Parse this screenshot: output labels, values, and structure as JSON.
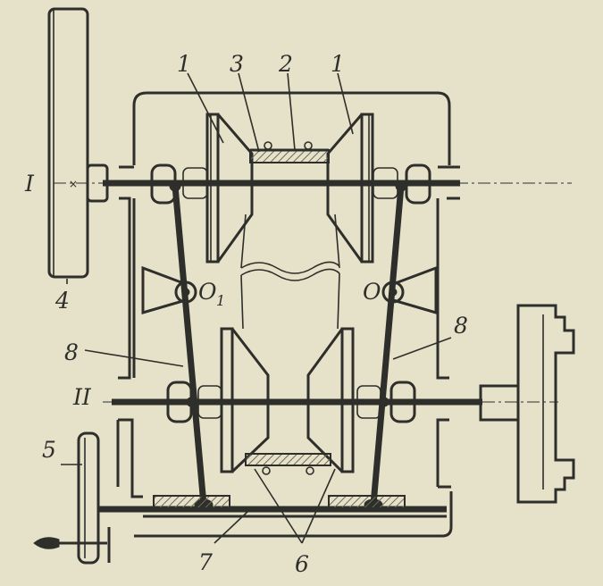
{
  "labels": {
    "part_1_left": "1",
    "part_3": "3",
    "part_2": "2",
    "part_1_right": "1",
    "shaft_I": "I",
    "part_4": "4",
    "pivot_O1": "O",
    "pivot_O1_sub": "1",
    "pivot_O": "O",
    "part_8_left": "8",
    "part_8_right": "8",
    "shaft_II": "II",
    "part_5": "5",
    "part_7": "7",
    "part_6": "6"
  },
  "colors": {
    "paper": "#e6e1c9",
    "ink": "#2e2e2a",
    "hatch": "#6f6a5a"
  }
}
